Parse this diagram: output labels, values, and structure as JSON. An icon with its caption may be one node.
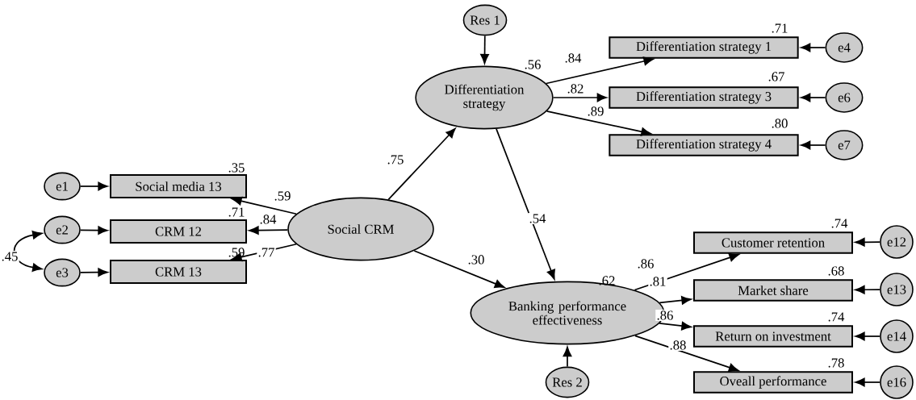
{
  "diagram": {
    "nodes": [
      {
        "text": [
          "Res 1"
        ]
      },
      {
        "text": [
          "Differentiation strategy"
        ],
        "beside": [
          ".56"
        ]
      },
      {
        "text": [
          "Differentiation strategy 1"
        ],
        "beside": [
          ".71"
        ]
      },
      {
        "text": [
          "e4"
        ]
      },
      {
        "text": [
          "Differentiation strategy 3"
        ],
        "beside": [
          ".67"
        ]
      },
      {
        "text": [
          "e6"
        ]
      },
      {
        "text": [
          "Differentiation strategy 4"
        ],
        "beside": [
          ".80"
        ]
      },
      {
        "text": [
          "e7"
        ]
      },
      {
        "text": [
          "e1"
        ]
      },
      {
        "text": [
          "Social media 13"
        ],
        "beside": [
          ".35"
        ]
      },
      {
        "text": [
          "e2"
        ]
      },
      {
        "text": [
          "CRM 12"
        ],
        "beside": [
          ".71"
        ]
      },
      {
        "text": [
          "e3"
        ]
      },
      {
        "text": [
          "CRM 13"
        ],
        "beside": [
          ".59"
        ]
      },
      {
        "text": [
          "Social CRM"
        ]
      },
      {
        "text": [
          "Banking performance effectiveness"
        ],
        "beside": [
          ".62"
        ]
      },
      {
        "text": [
          "Res 2"
        ]
      },
      {
        "text": [
          "Customer retention"
        ],
        "beside": [
          ".74"
        ]
      },
      {
        "text": [
          "e12"
        ]
      },
      {
        "text": [
          "Market share"
        ],
        "beside": [
          ".68"
        ]
      },
      {
        "text": [
          "e13"
        ]
      },
      {
        "text": [
          "Return on investment"
        ],
        "beside": [
          ".74"
        ]
      },
      {
        "text": [
          "e14"
        ]
      },
      {
        "text": [
          "Oveall performance"
        ],
        "beside": [
          ".78"
        ]
      },
      {
        "text": [
          "e16"
        ]
      }
    ],
    "edges": [
      {
        "from": 0,
        "to": 1,
        "arrow": "to"
      },
      {
        "from": 1,
        "to": 2,
        "arrow": "to",
        "label": ".84"
      },
      {
        "from": 1,
        "to": 4,
        "arrow": "to",
        "label": ".82"
      },
      {
        "from": 1,
        "to": 6,
        "arrow": "to",
        "label": ".89"
      },
      {
        "from": 3,
        "to": 2,
        "arrow": "to"
      },
      {
        "from": 5,
        "to": 4,
        "arrow": "to"
      },
      {
        "from": 7,
        "to": 6,
        "arrow": "to"
      },
      {
        "from": 8,
        "to": 9,
        "arrow": "to"
      },
      {
        "from": 14,
        "to": 9,
        "arrow": "to",
        "label": ".59"
      },
      {
        "from": 10,
        "to": 11,
        "arrow": "to"
      },
      {
        "from": 14,
        "to": 11,
        "arrow": "to",
        "label": ".84"
      },
      {
        "from": 12,
        "to": 13,
        "arrow": "to"
      },
      {
        "from": 14,
        "to": 13,
        "arrow": "to",
        "label": ".77"
      },
      {
        "from": 10,
        "to": 12,
        "arrow": "both",
        "label": ".45"
      },
      {
        "from": 14,
        "to": 1,
        "arrow": "to",
        "label": ".75"
      },
      {
        "from": 14,
        "to": 15,
        "arrow": "to",
        "label": ".30"
      },
      {
        "from": 1,
        "to": 15,
        "arrow": "to",
        "label": ".54"
      },
      {
        "from": 16,
        "to": 15,
        "arrow": "to"
      },
      {
        "from": 15,
        "to": 17,
        "arrow": "to",
        "label": ".86"
      },
      {
        "from": 15,
        "to": 19,
        "arrow": "to",
        "label": ".81"
      },
      {
        "from": 15,
        "to": 21,
        "arrow": "to",
        "label": ".86"
      },
      {
        "from": 15,
        "to": 23,
        "arrow": "to",
        "label": ".88"
      },
      {
        "from": 18,
        "to": 17,
        "arrow": "to"
      },
      {
        "from": 20,
        "to": 19,
        "arrow": "to"
      },
      {
        "from": 22,
        "to": 21,
        "arrow": "to"
      },
      {
        "from": 24,
        "to": 23,
        "arrow": "to"
      }
    ]
  }
}
